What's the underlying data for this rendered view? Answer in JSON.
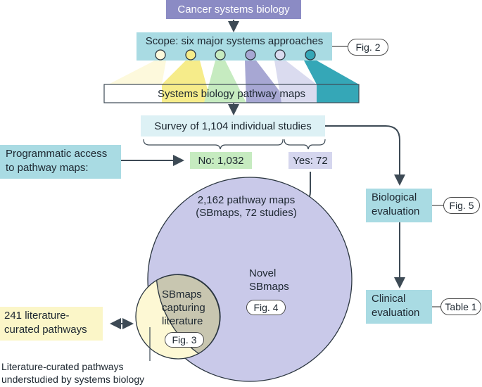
{
  "title": "Cancer systems biology",
  "scope": "Scope: six major systems approaches",
  "scope_fig": "Fig. 2",
  "maps_bar": "Systems biology pathway maps",
  "survey": "Survey of 1,104 individual studies",
  "access_line1": "Programmatic access",
  "access_line2": "to pathway maps:",
  "no_label": "No: 1,032",
  "yes_label": "Yes: 72",
  "pathway_count_line1": "2,162 pathway maps",
  "pathway_count_line2": "(SBmaps, 72 studies)",
  "bio_eval_line1": "Biological",
  "bio_eval_line2": "evaluation",
  "bio_eval_fig": "Fig. 5",
  "clin_eval_line1": "Clinical",
  "clin_eval_line2": "evaluation",
  "clin_eval_fig": "Table 1",
  "novel_line1": "Novel",
  "novel_line2": "SBmaps",
  "novel_fig": "Fig. 4",
  "capture_line1": "SBmaps",
  "capture_line2": "capturing",
  "capture_line3": "literature",
  "capture_fig": "Fig. 3",
  "lit_line1": "241 literature-",
  "lit_line2": "curated pathways",
  "understudied_line1": "Literature-curated pathways",
  "understudied_line2": "understudied by systems biology",
  "colors": {
    "title_bg": "#8b8bc4",
    "scope_bg": "#a9dbe3",
    "survey_bg": "#ddf1f5",
    "access_bg": "#a9dbe3",
    "no_bg": "#c6ebc0",
    "yes_bg": "#d5d6ee",
    "eval_bg": "#a9dbe3",
    "lit_bg": "#fbf6c8",
    "big_circle": "#c9c9e9",
    "small_circle": "#fdf8d4",
    "overlap": "#c8c6b0",
    "arrow": "#3d4a55"
  },
  "approach_colors": [
    "#fdf9dc",
    "#f6ec8a",
    "#c6ebc0",
    "#a7a7d3",
    "#dadbef",
    "#35a7b7"
  ]
}
